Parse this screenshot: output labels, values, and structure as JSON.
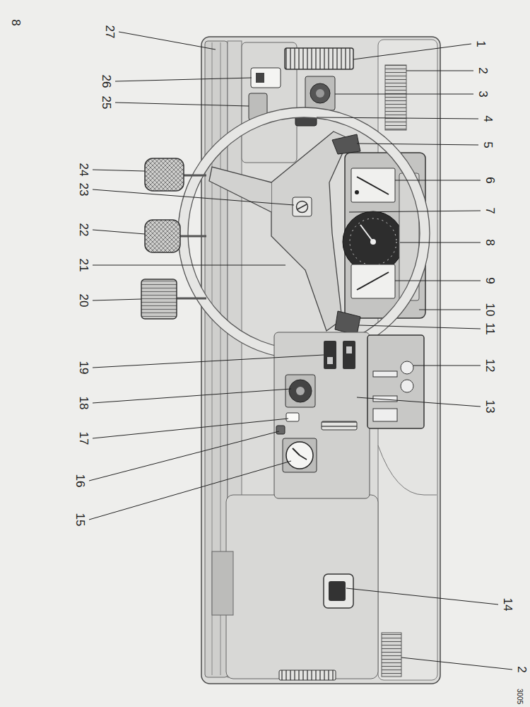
{
  "diagram": {
    "labels": [
      "8",
      "1",
      "2",
      "3",
      "4",
      "5",
      "6",
      "7",
      "8",
      "9",
      "10",
      "11",
      "12",
      "13",
      "14",
      "2",
      "15",
      "16",
      "17",
      "18",
      "19",
      "20",
      "21",
      "22",
      "23",
      "24",
      "25",
      "26",
      "27",
      "3005"
    ]
  }
}
